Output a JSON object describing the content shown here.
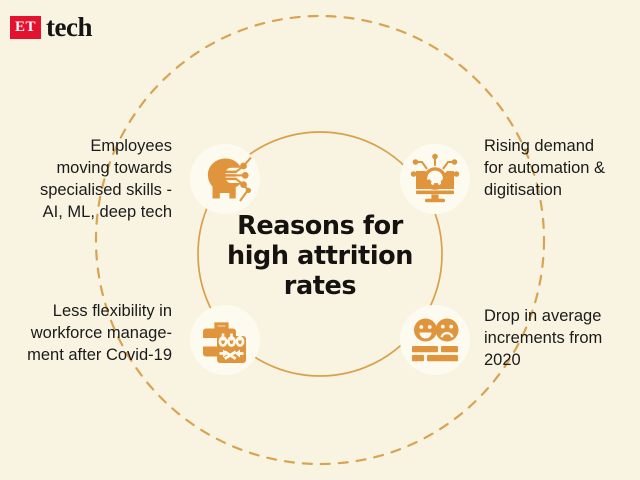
{
  "brand": {
    "mark": "ET",
    "word": "tech"
  },
  "center": {
    "title": "Reasons for\nhigh attrition\nrates"
  },
  "colors": {
    "background": "#f8f4e1",
    "icon_orange": "#e0943c",
    "circle_orange": "#d9a04a",
    "dashed_orange": "#d9a352",
    "logo_red": "#e3122f",
    "text_dark": "#1b1b1b",
    "halo_cream": "#fdfbf0"
  },
  "reasons": [
    {
      "position": "top-left",
      "text": "Employees\nmoving towards\nspecialised skills -\nAI, ML, deep tech",
      "icon": "head-ai-network-icon"
    },
    {
      "position": "top-right",
      "text": "Rising demand\nfor automation &\ndigitisation",
      "icon": "monitor-gear-automation-icon"
    },
    {
      "position": "bottom-left",
      "text": "Less flexibility in\nworkforce manage-\nment after Covid-19",
      "icon": "briefcase-calendar-shuffle-icon"
    },
    {
      "position": "bottom-right",
      "text": "Drop in average\nincrements from\n2020",
      "icon": "happy-sad-faces-chart-icon"
    }
  ]
}
